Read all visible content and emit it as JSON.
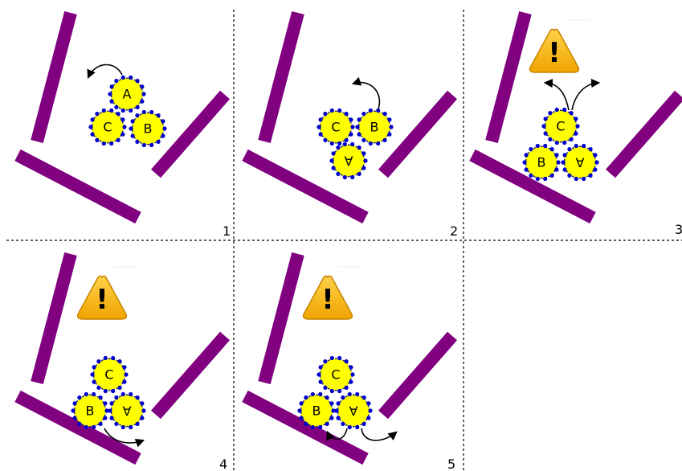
{
  "colors": {
    "wall": "#800080",
    "gear_fill": "#ffff00",
    "gear_outline": "#1a237e",
    "gear_dots": "#0000cc",
    "warning_fill": "#f5b700",
    "warning_edge": "#c88400",
    "divider": "#000000"
  },
  "icons": [
    "warning-triangle-icon",
    "curved-arrow-icon"
  ],
  "panels": [
    {
      "number": "1",
      "gears": [
        {
          "label": "A",
          "flipped": false
        },
        {
          "label": "C",
          "flipped": false
        },
        {
          "label": "B",
          "flipped": false
        }
      ],
      "warning": false
    },
    {
      "number": "2",
      "gears": [
        {
          "label": "C",
          "flipped": false
        },
        {
          "label": "B",
          "flipped": false
        },
        {
          "label": "A",
          "flipped": true
        }
      ],
      "warning": false
    },
    {
      "number": "3",
      "gears": [
        {
          "label": "C",
          "flipped": false
        },
        {
          "label": "B",
          "flipped": false
        },
        {
          "label": "A",
          "flipped": true
        }
      ],
      "warning": true
    },
    {
      "number": "4",
      "gears": [
        {
          "label": "C",
          "flipped": false
        },
        {
          "label": "B",
          "flipped": false
        },
        {
          "label": "A",
          "flipped": true
        }
      ],
      "warning": true
    },
    {
      "number": "5",
      "gears": [
        {
          "label": "C",
          "flipped": false
        },
        {
          "label": "B",
          "flipped": false
        },
        {
          "label": "A",
          "flipped": true
        }
      ],
      "warning": true
    }
  ]
}
